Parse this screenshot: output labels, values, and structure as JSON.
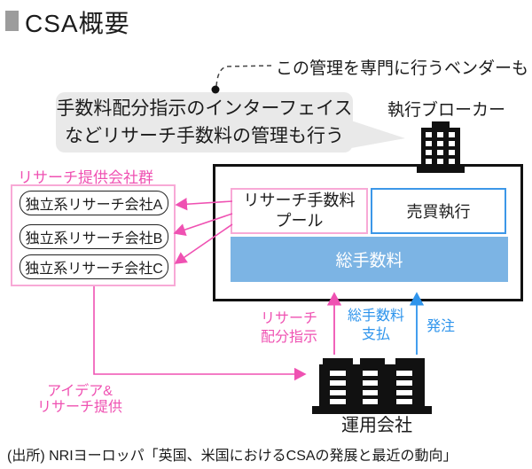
{
  "title": "CSA概要",
  "annotation": "この管理を専門に行うベンダーも",
  "bubble_text": "手数料配分指示のインターフェイス\nなどリサーチ手数料の管理も行う",
  "broker": {
    "label": "執行ブローカー",
    "research_fee_pool": "リサーチ手数料\nプール",
    "trade_execution": "売買執行",
    "total_commission": "総手数料"
  },
  "research_group": {
    "label": "リサーチ提供会社群",
    "companies": [
      "独立系リサーチ会社A",
      "独立系リサーチ会社B",
      "独立系リサーチ会社C"
    ]
  },
  "flows": {
    "research_allocation": "リサーチ\n配分指示",
    "total_fee_payment": "総手数料\n支払",
    "order": "発注",
    "idea_research": "アイデア&\nリサーチ提供"
  },
  "manager_label": "運用会社",
  "source": "(出所) NRIヨーロッパ「英国、米国におけるCSAの発展と最近の動向」",
  "colors": {
    "pink": "#ef51b2",
    "pink_light": "#f8a9d6",
    "blue": "#2e94ec",
    "blue_fill": "#7cb4e4",
    "bubble_gray": "#e9e9e9",
    "title_bar_gray": "#9c9c9c"
  }
}
